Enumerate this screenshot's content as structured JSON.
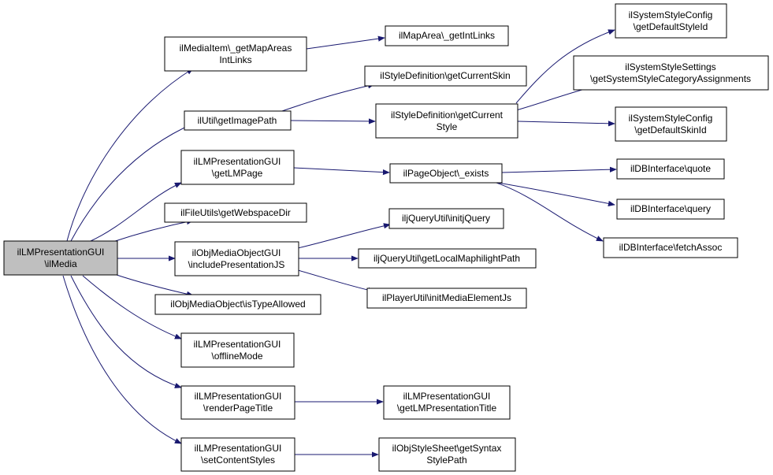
{
  "colors": {
    "edge": "#191970",
    "root_fill": "#bfbfbf",
    "node_fill": "#ffffff",
    "border": "#000000"
  },
  "nodes": {
    "root": {
      "lines": [
        "ilLMPresentationGUI",
        "\\ilMedia"
      ]
    },
    "getMapAreasIntLinks": {
      "lines": [
        "ilMediaItem\\_getMapAreas",
        "IntLinks"
      ]
    },
    "getIntLinks": {
      "lines": [
        "ilMapArea\\_getIntLinks"
      ]
    },
    "getImagePath": {
      "lines": [
        "ilUtil\\getImagePath"
      ]
    },
    "getCurrentSkin": {
      "lines": [
        "ilStyleDefinition\\getCurrentSkin"
      ]
    },
    "getCurrentStyle": {
      "lines": [
        "ilStyleDefinition\\getCurrent",
        "Style"
      ]
    },
    "getDefaultStyleId": {
      "lines": [
        "ilSystemStyleConfig",
        "\\getDefaultStyleId"
      ]
    },
    "getSystemStyleCategoryAssignments": {
      "lines": [
        "ilSystemStyleSettings",
        "\\getSystemStyleCategoryAssignments"
      ]
    },
    "getDefaultSkinId": {
      "lines": [
        "ilSystemStyleConfig",
        "\\getDefaultSkinId"
      ]
    },
    "getLMPage": {
      "lines": [
        "ilLMPresentationGUI",
        "\\getLMPage"
      ]
    },
    "pageExists": {
      "lines": [
        "ilPageObject\\_exists"
      ]
    },
    "quote": {
      "lines": [
        "ilDBInterface\\quote"
      ]
    },
    "query": {
      "lines": [
        "ilDBInterface\\query"
      ]
    },
    "fetchAssoc": {
      "lines": [
        "ilDBInterface\\fetchAssoc"
      ]
    },
    "getWebspaceDir": {
      "lines": [
        "ilFileUtils\\getWebspaceDir"
      ]
    },
    "includePresentationJS": {
      "lines": [
        "ilObjMediaObjectGUI",
        "\\includePresentationJS"
      ]
    },
    "initjQuery": {
      "lines": [
        "iljQueryUtil\\initjQuery"
      ]
    },
    "getLocalMaphilightPath": {
      "lines": [
        "iljQueryUtil\\getLocalMaphilightPath"
      ]
    },
    "initMediaElementJs": {
      "lines": [
        "ilPlayerUtil\\initMediaElementJs"
      ]
    },
    "isTypeAllowed": {
      "lines": [
        "ilObjMediaObject\\isTypeAllowed"
      ]
    },
    "offlineMode": {
      "lines": [
        "ilLMPresentationGUI",
        "\\offlineMode"
      ]
    },
    "renderPageTitle": {
      "lines": [
        "ilLMPresentationGUI",
        "\\renderPageTitle"
      ]
    },
    "getLMPresentationTitle": {
      "lines": [
        "ilLMPresentationGUI",
        "\\getLMPresentationTitle"
      ]
    },
    "setContentStyles": {
      "lines": [
        "ilLMPresentationGUI",
        "\\setContentStyles"
      ]
    },
    "getSyntaxStylePath": {
      "lines": [
        "ilObjStyleSheet\\getSyntax",
        "StylePath"
      ]
    }
  }
}
